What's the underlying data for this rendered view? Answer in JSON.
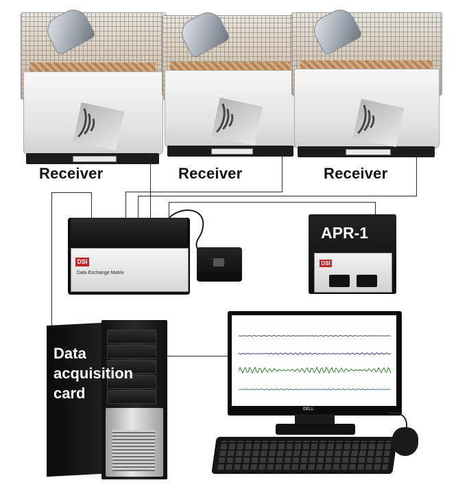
{
  "receivers": [
    {
      "label": "Receiver"
    },
    {
      "label": "Receiver"
    },
    {
      "label": "Receiver"
    }
  ],
  "matrix": {
    "brand_logo": "DSI",
    "name": "Data Exchange Matrix"
  },
  "apr": {
    "label": "APR-1",
    "brand_logo": "DSI"
  },
  "computer": {
    "card_label_line1": "Data",
    "card_label_line2": "acquisition",
    "card_label_line3": "card"
  },
  "monitor": {
    "brand": "DELL",
    "trace_colors": [
      "#3a3a3a",
      "#2a2a8a",
      "#1f7a1f",
      "#2a6a8a"
    ]
  },
  "icons": {
    "signal": "signal-waves-icon"
  },
  "colors": {
    "wire": "#2a2a2a",
    "label_text": "#111111",
    "dsi_red": "#c0282e"
  }
}
